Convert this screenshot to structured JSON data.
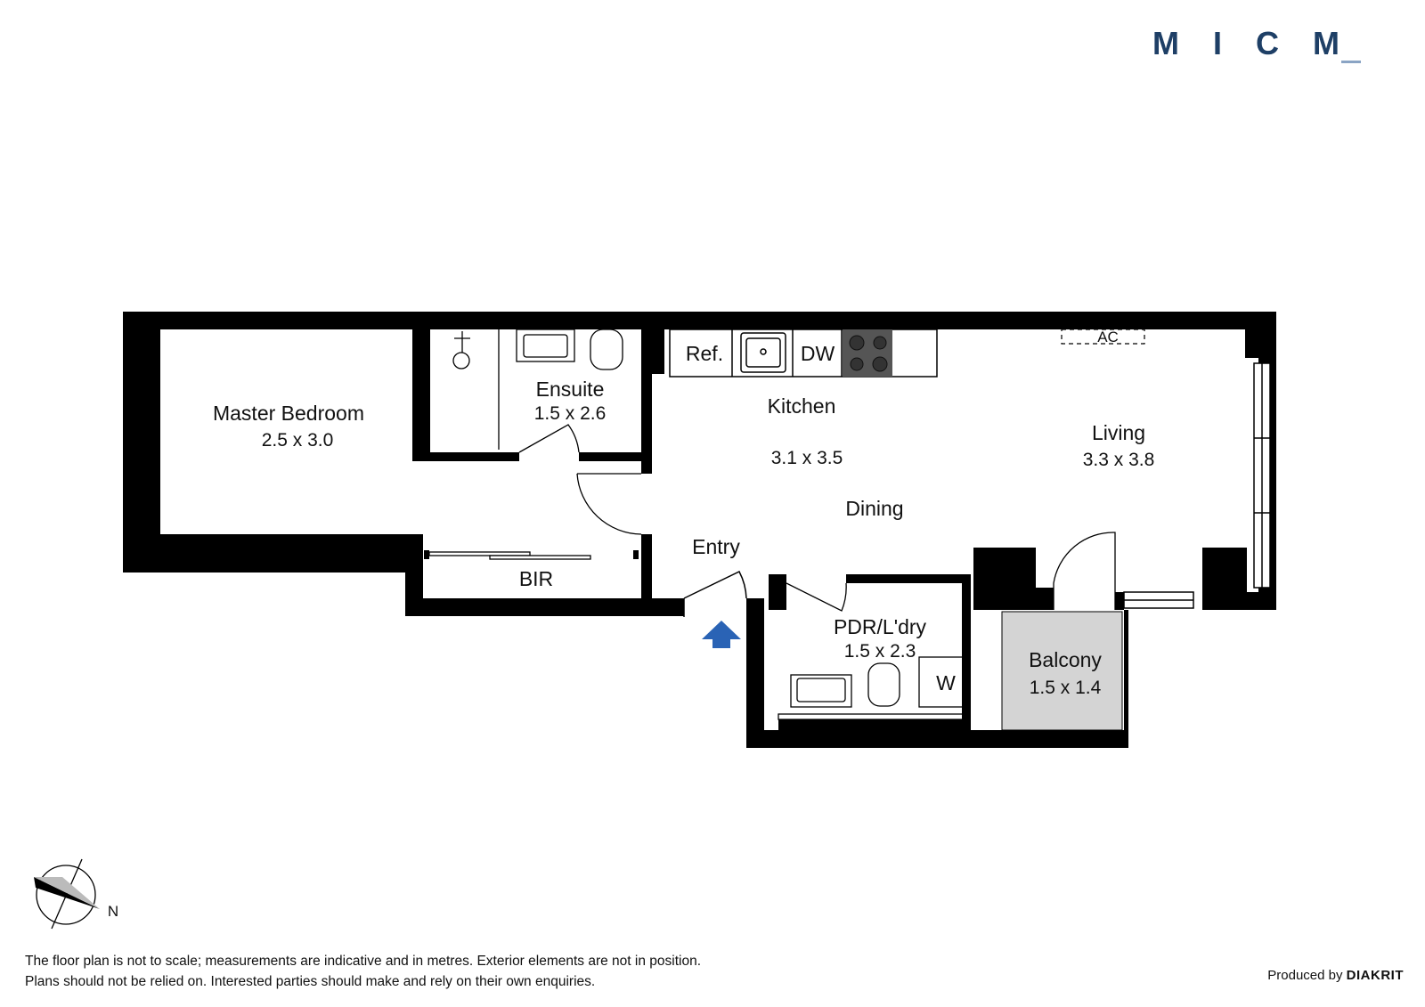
{
  "brand": {
    "logo_text": "MICM",
    "color": "#1e3f66"
  },
  "rooms": {
    "master_bedroom": {
      "name": "Master Bedroom",
      "dims": "2.5 x 3.0"
    },
    "ensuite": {
      "name": "Ensuite",
      "dims": "1.5 x 2.6"
    },
    "kitchen": {
      "name": "Kitchen",
      "dims": "3.1 x 3.5"
    },
    "dining": {
      "name": "Dining"
    },
    "living": {
      "name": "Living",
      "dims": "3.3 x 3.8"
    },
    "entry": {
      "name": "Entry"
    },
    "bir": {
      "name": "BIR"
    },
    "pdr": {
      "name": "PDR/L'dry",
      "dims": "1.5 x 2.3"
    },
    "balcony": {
      "name": "Balcony",
      "dims": "1.5 x 1.4"
    }
  },
  "fixtures": {
    "ref": "Ref.",
    "dw": "DW",
    "ac": "AC",
    "washer": "W"
  },
  "compass": {
    "label": "N"
  },
  "colors": {
    "wall": "#000000",
    "balcony": "#d4d4d4",
    "entry_arrow": "#2a63b5"
  },
  "footer": {
    "disclaimer_line1": "The floor plan is not to scale; measurements are indicative and in metres. Exterior elements are not in position.",
    "disclaimer_line2": "Plans should not be relied on. Interested parties should make and rely on their own enquiries.",
    "produced_by": "Produced by",
    "producer_name": "DIAKRIT"
  }
}
